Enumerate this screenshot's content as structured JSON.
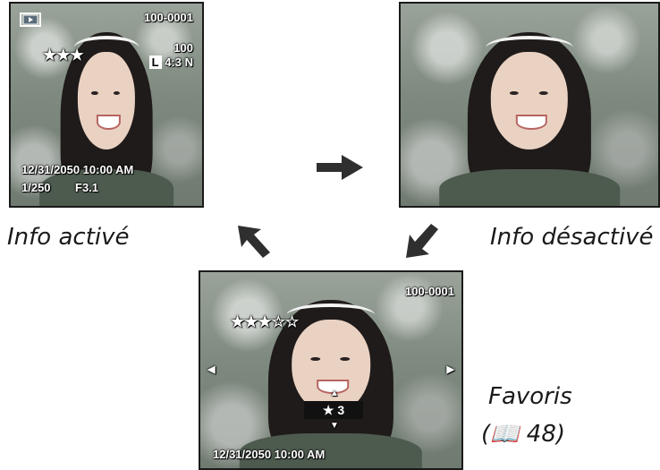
{
  "screen1": {
    "play_icon": "play-mode-icon",
    "file_number": "100-0001",
    "frame_count": "100",
    "size_badge": "L",
    "size_text": "4:3 N",
    "stars": "★★★",
    "datetime": "12/31/2050   10:00 AM",
    "shutter": "1/250",
    "aperture": "F3.1"
  },
  "screen3": {
    "file_number": "100-0001",
    "stars_filled": "★★★",
    "stars_empty": "☆☆",
    "left_arrow": "◀",
    "right_arrow": "▶",
    "up_arrow": "▲",
    "down_arrow": "▼",
    "rating": "★ 3",
    "datetime": "12/31/2050   10:00 AM"
  },
  "captions": {
    "info_on": "Info activé",
    "info_off": "Info désactivé",
    "favorites": "Favoris",
    "favorites_ref": "(📖 48)"
  },
  "colors": {
    "arrow": "#2f2f2f",
    "caption": "#1a1a1a"
  }
}
